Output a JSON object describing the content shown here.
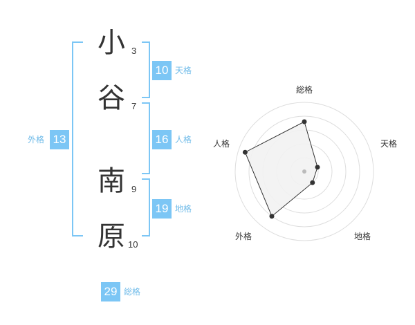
{
  "name": {
    "chars": [
      {
        "char": "小",
        "strokes": "3"
      },
      {
        "char": "谷",
        "strokes": "7"
      },
      {
        "char": "南",
        "strokes": "9"
      },
      {
        "char": "原",
        "strokes": "10"
      }
    ]
  },
  "grids": {
    "tenkaku": {
      "value": "10",
      "label": "天格"
    },
    "jinkaku": {
      "value": "16",
      "label": "人格"
    },
    "chikaku": {
      "value": "19",
      "label": "地格"
    },
    "gaikaku": {
      "value": "13",
      "label": "外格"
    },
    "soukaku": {
      "value": "29",
      "label": "総格"
    }
  },
  "colors": {
    "accent": "#7cc6f5",
    "label": "#6fbbe9"
  },
  "chart_data": {
    "type": "radar",
    "axes": [
      "総格",
      "天格",
      "地格",
      "外格",
      "人格"
    ],
    "values": [
      3.6,
      1.0,
      1.0,
      4.0,
      4.5
    ],
    "rmax": 5,
    "rings": 5
  }
}
